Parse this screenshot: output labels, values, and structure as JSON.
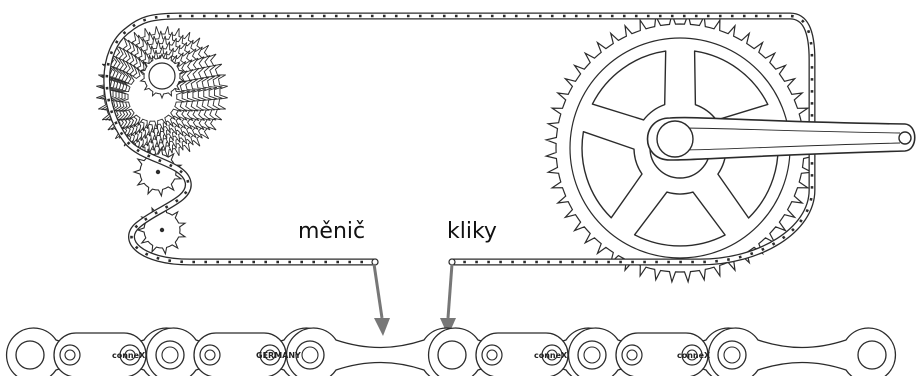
{
  "labels": {
    "left": "měnič",
    "right": "kliky"
  },
  "chain_links": {
    "left_row": [
      "conneX",
      "GERMANY"
    ],
    "right_row": [
      "conneX",
      "conneX"
    ]
  },
  "colors": {
    "stroke": "#2b2b2b",
    "arrow": "#777777",
    "fill": "#ffffff"
  },
  "icons": {
    "drivetrain": "bicycle-drivetrain-icon",
    "arrow": "arrow-down-icon"
  }
}
